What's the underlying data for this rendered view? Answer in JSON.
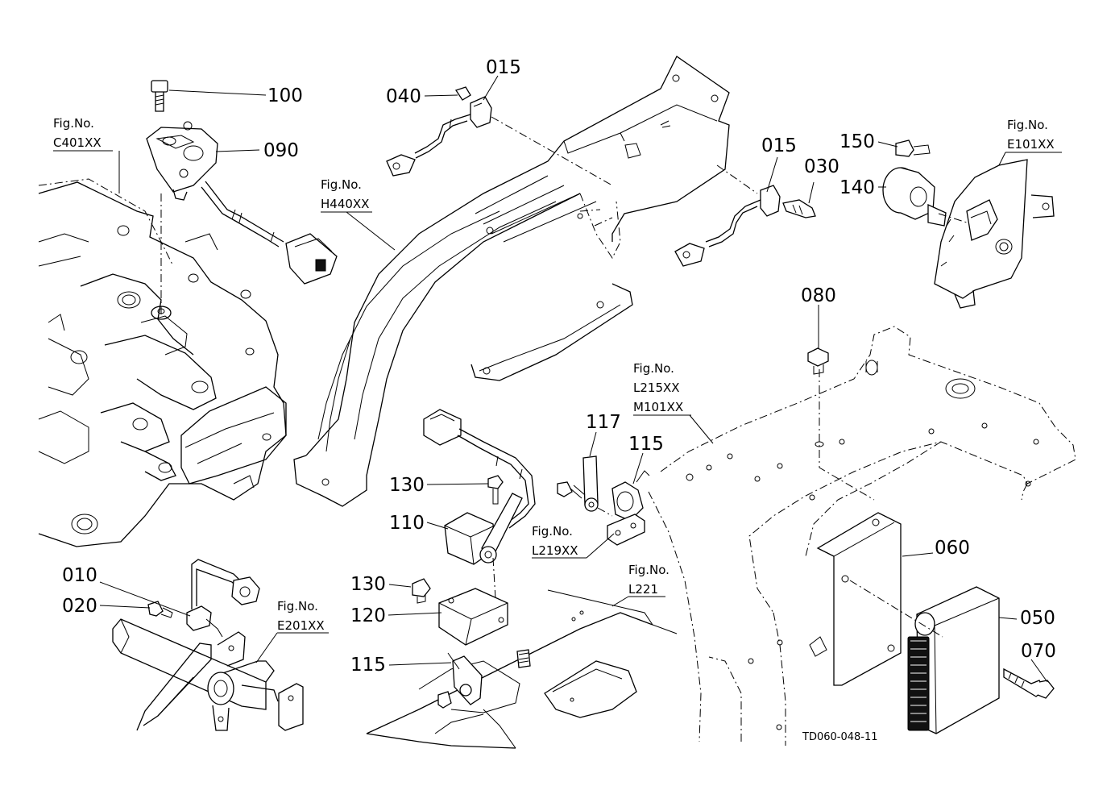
{
  "diagram": {
    "part_numbers": {
      "p100": "100",
      "p090": "090",
      "p040": "040",
      "p015a": "015",
      "p015b": "015",
      "p030": "030",
      "p150": "150",
      "p140": "140",
      "p080": "080",
      "p117": "117",
      "p115a": "115",
      "p130a": "130",
      "p110": "110",
      "p130b": "130",
      "p120": "120",
      "p115b": "115",
      "p010": "010",
      "p020": "020",
      "p060": "060",
      "p050": "050",
      "p070": "070"
    },
    "figure_refs": {
      "c401": {
        "label": "Fig.No.",
        "code": "C401XX"
      },
      "h440": {
        "label": "Fig.No.",
        "code": "H440XX"
      },
      "e101": {
        "label": "Fig.No.",
        "code": "E101XX"
      },
      "l215": {
        "label": "Fig.No.",
        "code": "L215XX",
        "code2": "M101XX"
      },
      "l219": {
        "label": "Fig.No.",
        "code": "L219XX"
      },
      "l221": {
        "label": "Fig.No.",
        "code": "L221"
      },
      "e201": {
        "label": "Fig.No.",
        "code": "E201XX"
      }
    },
    "drawing_id": "TD060-048-11"
  }
}
